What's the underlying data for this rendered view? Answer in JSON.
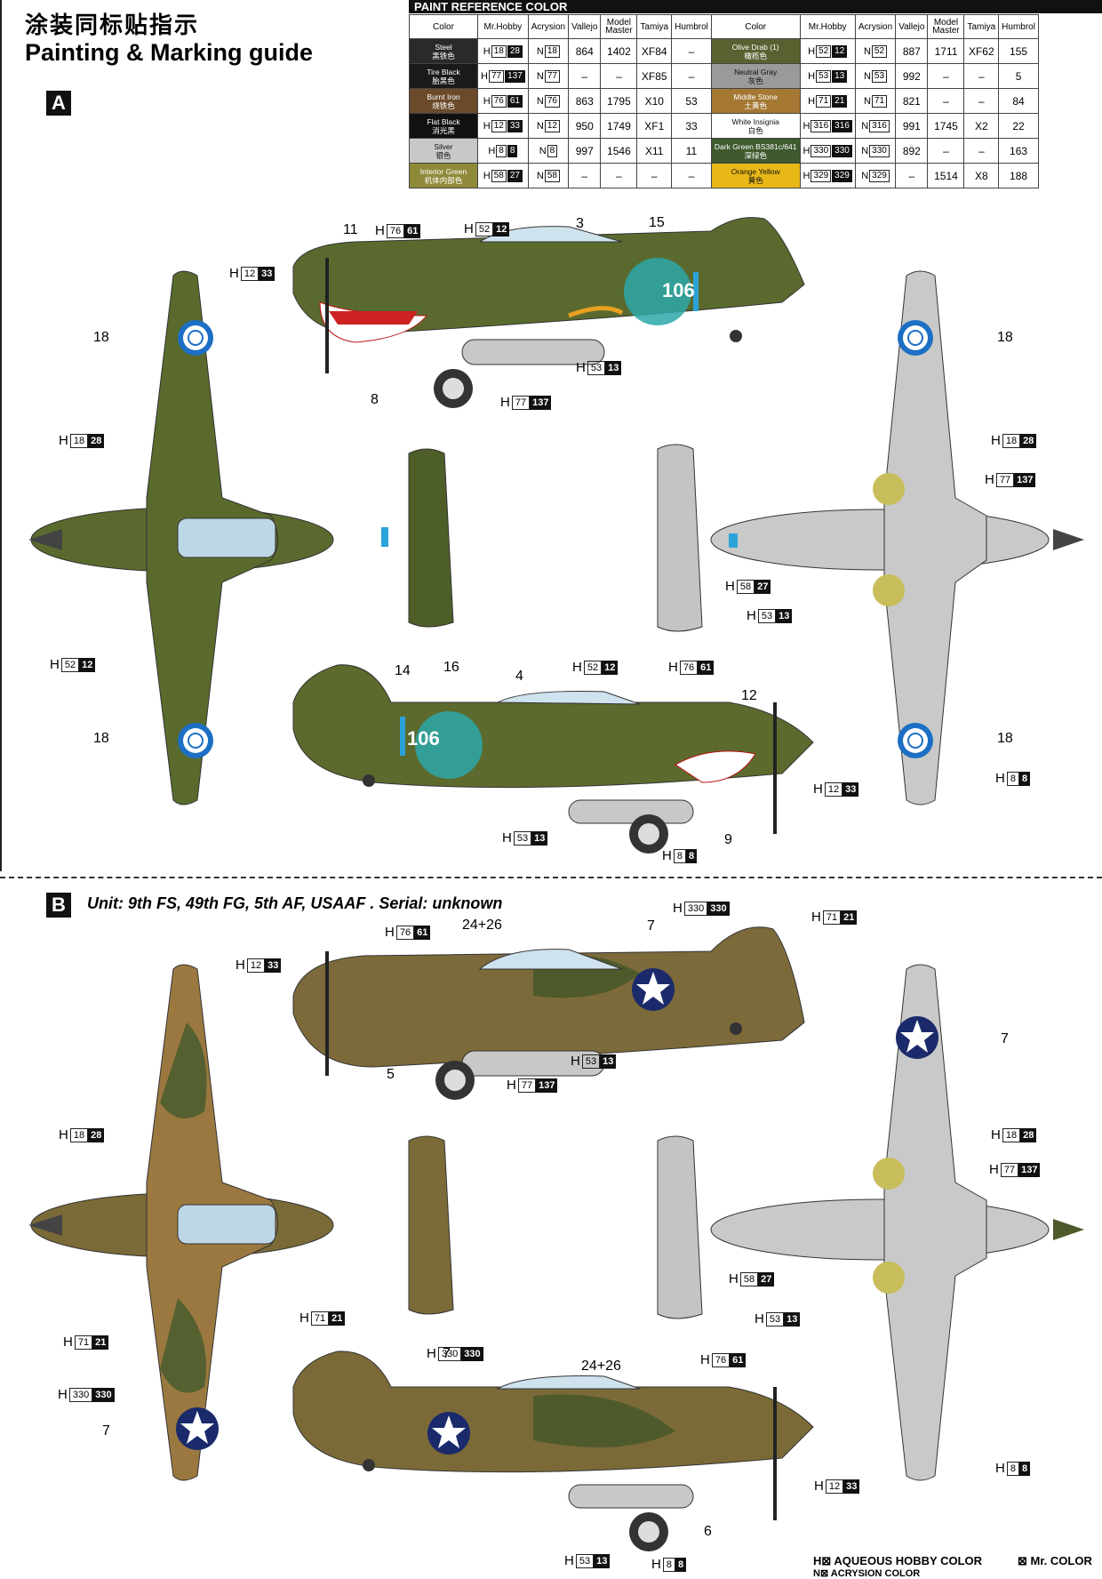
{
  "header": {
    "title_cn": "涂装同标贴指示",
    "title_en": "Painting & Marking guide"
  },
  "paint_table": {
    "title": "PAINT  REFERENCE COLOR",
    "columns": [
      "Color",
      "Mr.Hobby",
      "Acrysion",
      "Vallejo",
      "Model Master",
      "Tamiya",
      "Humbrol"
    ],
    "left": [
      {
        "color_en": "Steel",
        "color_cn": "黑铁色",
        "swatch": "#2a2a2a",
        "h": "18",
        "hd": "28",
        "n": "18",
        "vallejo": "864",
        "mm": "1402",
        "tamiya": "XF84",
        "humbrol": "–"
      },
      {
        "color_en": "Tire Black",
        "color_cn": "胎黑色",
        "swatch": "#1a1a1a",
        "h": "77",
        "hd": "137",
        "n": "77",
        "vallejo": "–",
        "mm": "–",
        "tamiya": "XF85",
        "humbrol": "–"
      },
      {
        "color_en": "Burnt Iron",
        "color_cn": "烧铁色",
        "swatch": "#6b4a2a",
        "h": "76",
        "hd": "61",
        "n": "76",
        "vallejo": "863",
        "mm": "1795",
        "tamiya": "X10",
        "humbrol": "53"
      },
      {
        "color_en": "Flat Black",
        "color_cn": "消光黑",
        "swatch": "#111111",
        "h": "12",
        "hd": "33",
        "n": "12",
        "vallejo": "950",
        "mm": "1749",
        "tamiya": "XF1",
        "humbrol": "33"
      },
      {
        "color_en": "Silver",
        "color_cn": "银色",
        "swatch": "#c8c8c8",
        "h": "8",
        "hd": "8",
        "n": "8",
        "vallejo": "997",
        "mm": "1546",
        "tamiya": "X11",
        "humbrol": "11"
      },
      {
        "color_en": "Interior Green",
        "color_cn": "机体内部色",
        "swatch": "#8f8a3a",
        "h": "58",
        "hd": "27",
        "n": "58",
        "vallejo": "–",
        "mm": "–",
        "tamiya": "–",
        "humbrol": "–"
      }
    ],
    "right": [
      {
        "color_en": "Olive Drab (1)",
        "color_cn": "橄榄色",
        "swatch": "#5a6030",
        "h": "52",
        "hd": "12",
        "n": "52",
        "vallejo": "887",
        "mm": "1711",
        "tamiya": "XF62",
        "humbrol": "155"
      },
      {
        "color_en": "Neutral Gray",
        "color_cn": "灰色",
        "swatch": "#9a9a9a",
        "h": "53",
        "hd": "13",
        "n": "53",
        "vallejo": "992",
        "mm": "–",
        "tamiya": "–",
        "humbrol": "5"
      },
      {
        "color_en": "Middle Stone",
        "color_cn": "土黄色",
        "swatch": "#a57834",
        "h": "71",
        "hd": "21",
        "n": "71",
        "vallejo": "821",
        "mm": "–",
        "tamiya": "–",
        "humbrol": "84"
      },
      {
        "color_en": "White Insignia",
        "color_cn": "白色",
        "swatch": "#ffffff",
        "h": "316",
        "hd": "316",
        "n": "316",
        "vallejo": "991",
        "mm": "1745",
        "tamiya": "X2",
        "humbrol": "22"
      },
      {
        "color_en": "Dark Green BS381c/641",
        "color_cn": "深绿色",
        "swatch": "#3e5a2e",
        "h": "330",
        "hd": "330",
        "n": "330",
        "vallejo": "892",
        "mm": "–",
        "tamiya": "–",
        "humbrol": "163"
      },
      {
        "color_en": "Orange Yellow",
        "color_cn": "黄色",
        "swatch": "#e8b818",
        "h": "329",
        "hd": "329",
        "n": "329",
        "vallejo": "–",
        "mm": "1514",
        "tamiya": "X8",
        "humbrol": "188"
      }
    ]
  },
  "section_a": {
    "badge": "A",
    "fuselage_number": "106",
    "callouts": [
      {
        "h": "12",
        "d": "33"
      },
      {
        "h": "76",
        "d": "61"
      },
      {
        "h": "52",
        "d": "12"
      },
      {
        "h": "53",
        "d": "13"
      },
      {
        "h": "77",
        "d": "137"
      },
      {
        "h": "18",
        "d": "28"
      },
      {
        "h": "52",
        "d": "12"
      },
      {
        "h": "18",
        "d": "28"
      },
      {
        "h": "77",
        "d": "137"
      },
      {
        "h": "58",
        "d": "27"
      },
      {
        "h": "53",
        "d": "13"
      },
      {
        "h": "8",
        "d": "8"
      },
      {
        "h": "52",
        "d": "12"
      },
      {
        "h": "76",
        "d": "61"
      },
      {
        "h": "12",
        "d": "33"
      },
      {
        "h": "53",
        "d": "13"
      },
      {
        "h": "8",
        "d": "8"
      }
    ],
    "numbers": [
      "11",
      "3",
      "15",
      "8",
      "18",
      "18",
      "18",
      "18",
      "14",
      "16",
      "4",
      "12",
      "9"
    ]
  },
  "section_b": {
    "badge": "B",
    "unit": "Unit: 9th FS, 49th FG, 5th AF, USAAF . Serial: unknown",
    "fuselage_code": "24+26",
    "callouts": [
      {
        "h": "76",
        "d": "61"
      },
      {
        "h": "330",
        "d": "330"
      },
      {
        "h": "71",
        "d": "21"
      },
      {
        "h": "12",
        "d": "33"
      },
      {
        "h": "53",
        "d": "13"
      },
      {
        "h": "77",
        "d": "137"
      },
      {
        "h": "18",
        "d": "28"
      },
      {
        "h": "18",
        "d": "28"
      },
      {
        "h": "77",
        "d": "137"
      },
      {
        "h": "58",
        "d": "27"
      },
      {
        "h": "53",
        "d": "13"
      },
      {
        "h": "71",
        "d": "21"
      },
      {
        "h": "71",
        "d": "21"
      },
      {
        "h": "330",
        "d": "330"
      },
      {
        "h": "330",
        "d": "330"
      },
      {
        "h": "76",
        "d": "61"
      },
      {
        "h": "8",
        "d": "8"
      },
      {
        "h": "12",
        "d": "33"
      },
      {
        "h": "53",
        "d": "13"
      },
      {
        "h": "8",
        "d": "8"
      }
    ],
    "numbers": [
      "7",
      "5",
      "7",
      "7",
      "7",
      "6"
    ]
  },
  "legend": {
    "line1_a": "H⊠  AQUEOUS HOBBY COLOR",
    "line1_b": "⊠  Mr. COLOR",
    "line2": "N⊠  ACRYSION COLOR"
  }
}
